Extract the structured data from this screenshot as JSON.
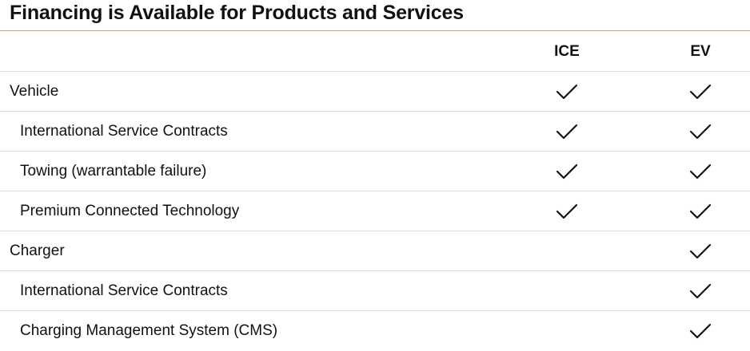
{
  "page": {
    "title": "Financing is Available for Products and Services"
  },
  "table": {
    "header": {
      "label": "",
      "col_ice": "ICE",
      "col_ev": "EV"
    },
    "rows": [
      {
        "label": "Vehicle",
        "level": "main",
        "ice": true,
        "ev": true
      },
      {
        "label": "International Service Contracts",
        "level": "sub",
        "ice": true,
        "ev": true
      },
      {
        "label": "Towing (warrantable failure)",
        "level": "sub",
        "ice": true,
        "ev": true
      },
      {
        "label": "Premium Connected Technology",
        "level": "sub",
        "ice": true,
        "ev": true
      },
      {
        "label": "Charger",
        "level": "main",
        "ice": false,
        "ev": true
      },
      {
        "label": "International Service Contracts",
        "level": "sub",
        "ice": false,
        "ev": true
      },
      {
        "label": "Charging Management System (CMS)",
        "level": "sub",
        "ice": false,
        "ev": true
      }
    ]
  },
  "icons": {
    "check": "checkmark-icon"
  },
  "colors": {
    "rule_accent": "#c9a66b",
    "row_divider": "#dcdcdc",
    "text": "#111111"
  }
}
